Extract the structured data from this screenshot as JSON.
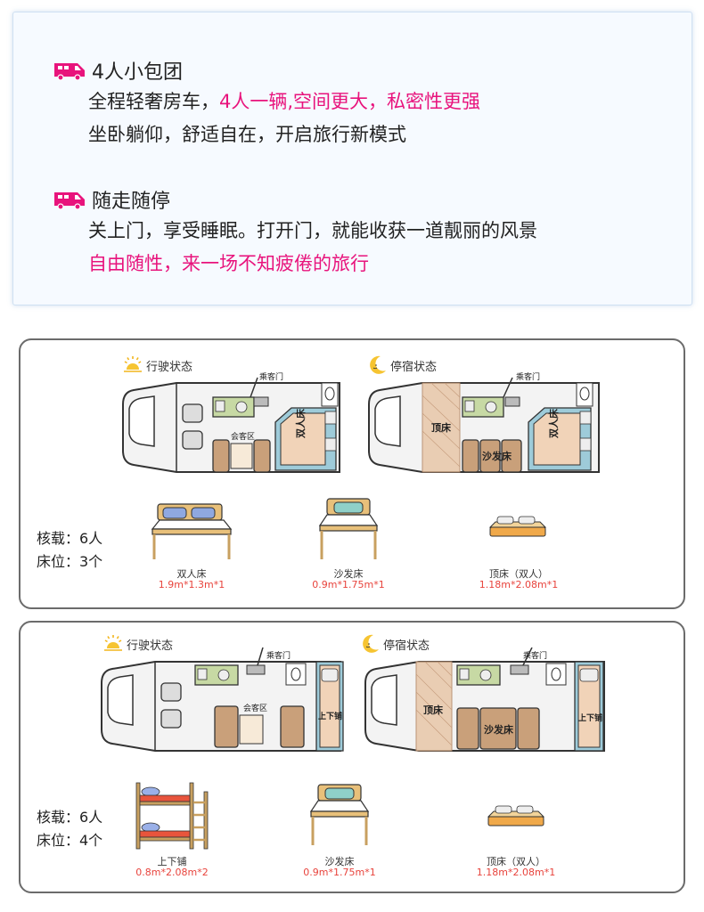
{
  "features": [
    {
      "icon": "rv-icon",
      "title": "4人小包团",
      "lines": [
        {
          "segments": [
            {
              "text": "全程轻奢房车，",
              "pink": false
            },
            {
              "text": "4人一辆,空间更大，私密性更强",
              "pink": true
            }
          ]
        },
        {
          "segments": [
            {
              "text": "坐卧躺仰，舒适自在，开启旅行新模式",
              "pink": false
            }
          ]
        }
      ]
    },
    {
      "icon": "rv-icon",
      "title": "随走随停",
      "lines": [
        {
          "segments": [
            {
              "text": "关上门，享受睡眠。打开门，就能收获一道靓丽的风景",
              "pink": false
            }
          ]
        },
        {
          "segments": [
            {
              "text": "自由随性，来一场不知疲倦的旅行",
              "pink": true
            }
          ]
        }
      ]
    }
  ],
  "colors": {
    "accent": "#e8137c",
    "size_red": "#e8433c",
    "sofa": "#c9a07a",
    "bed": "#f1d3b8",
    "frame": "#7fb7c9"
  },
  "layouts": [
    {
      "drive_label": "行驶状态",
      "park_label": "停宿状态",
      "drive_van": {
        "door": "乘客门",
        "lounge": "会客区",
        "bed": "双人床"
      },
      "park_van": {
        "door": "乘客门",
        "roof": "顶床",
        "sofa": "沙发床",
        "bed": "双人床"
      },
      "capacity": "核载：6人",
      "berths": "床位：3个",
      "beds": [
        {
          "name": "双人床",
          "size": "1.9m*1.3m*1"
        },
        {
          "name": "沙发床",
          "size": "0.9m*1.75m*1"
        },
        {
          "name": "顶床（双人）",
          "size": "1.18m*2.08m*1"
        }
      ]
    },
    {
      "drive_label": "行驶状态",
      "park_label": "停宿状态",
      "drive_van": {
        "door": "乘客门",
        "lounge": "会客区",
        "bed": "上下铺"
      },
      "park_van": {
        "door": "乘客门",
        "roof": "顶床",
        "sofa": "沙发床",
        "bed": "上下铺"
      },
      "capacity": "核载：6人",
      "berths": "床位：4个",
      "beds": [
        {
          "name": "上下铺",
          "size": "0.8m*2.08m*2"
        },
        {
          "name": "沙发床",
          "size": "0.9m*1.75m*1"
        },
        {
          "name": "顶床（双人）",
          "size": "1.18m*2.08m*1"
        }
      ]
    }
  ]
}
